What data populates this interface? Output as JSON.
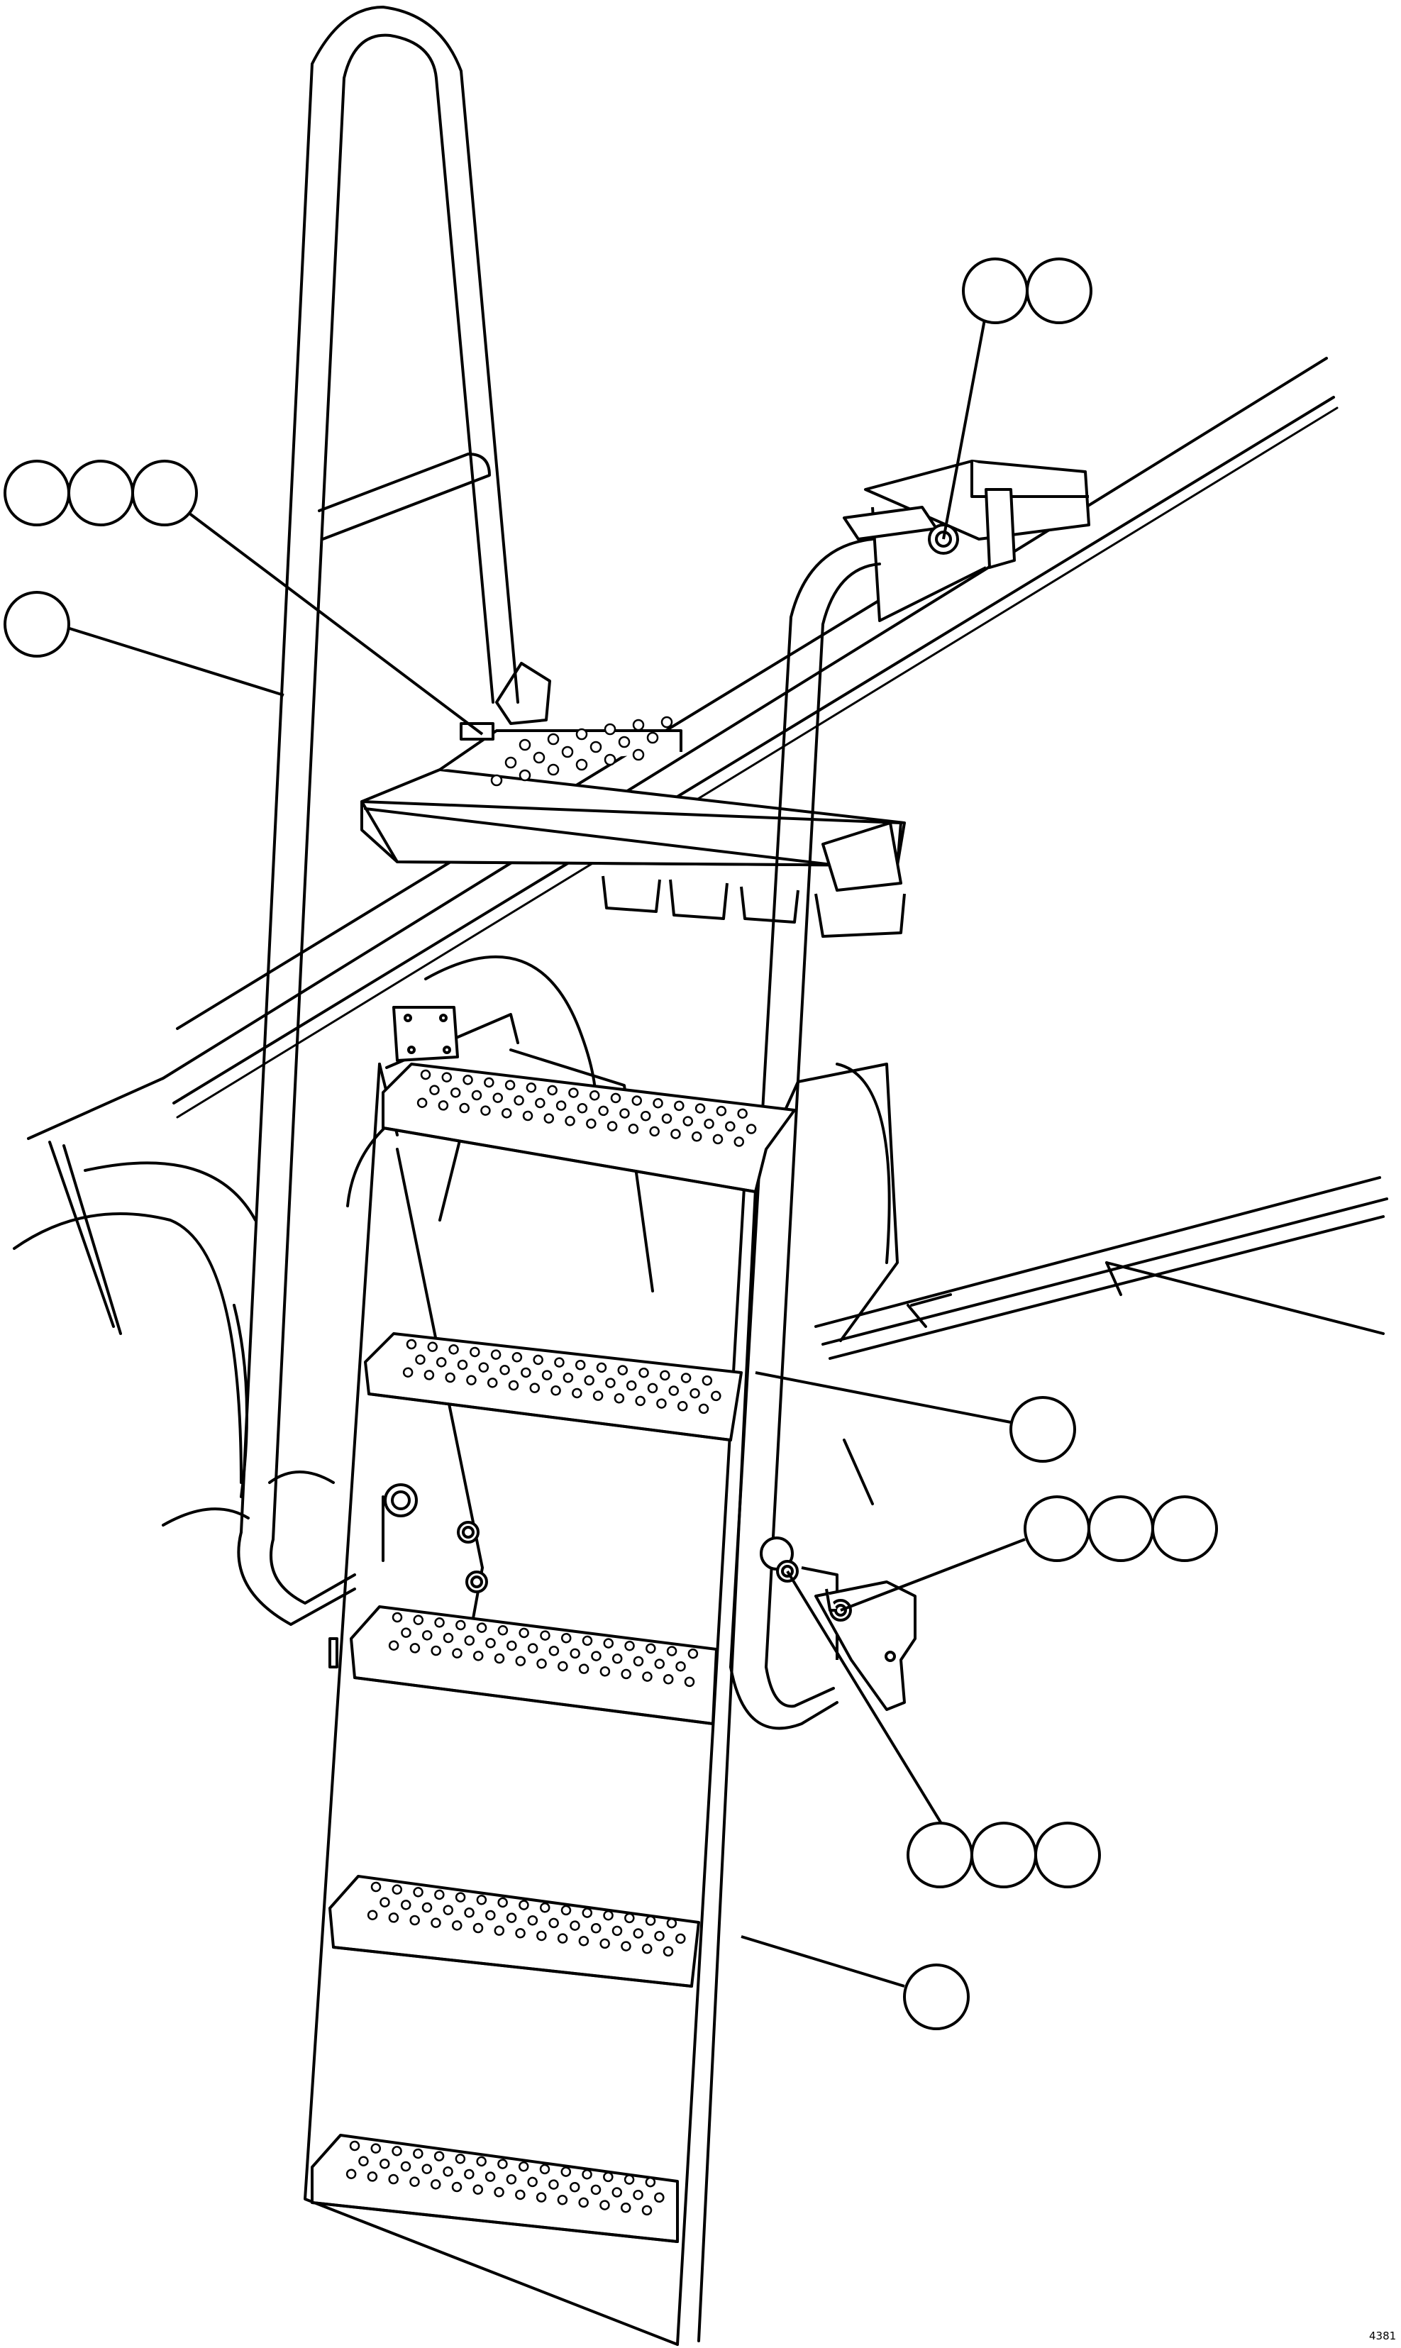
{
  "figure": {
    "corner_code": "4381"
  },
  "callouts": [
    {
      "id": "callout-top-right",
      "bubbles": 2
    },
    {
      "id": "callout-upper-left-triple",
      "bubbles": 3
    },
    {
      "id": "callout-left-single",
      "bubbles": 1
    },
    {
      "id": "callout-middle-right-single",
      "bubbles": 1
    },
    {
      "id": "callout-right-triple-upper",
      "bubbles": 3
    },
    {
      "id": "callout-right-triple-lower",
      "bubbles": 3
    },
    {
      "id": "callout-lower-right-single",
      "bubbles": 1
    }
  ]
}
